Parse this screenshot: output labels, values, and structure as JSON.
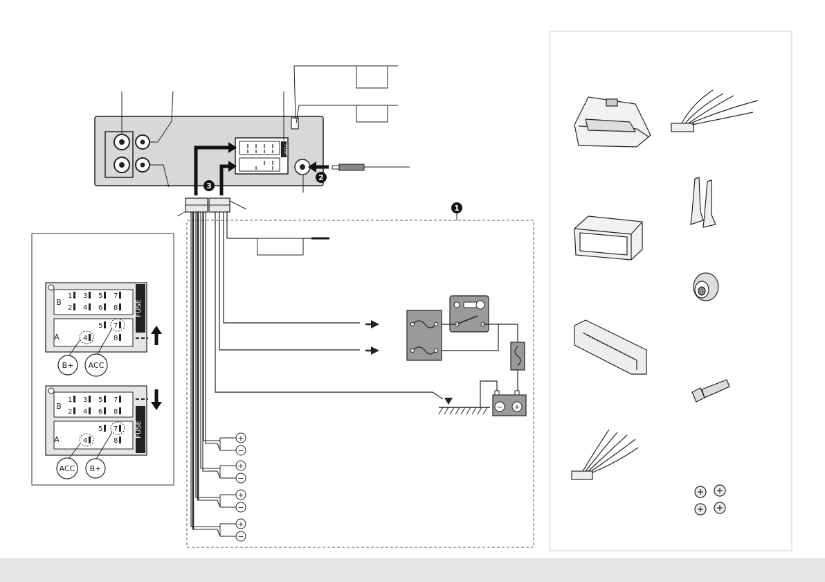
{
  "theme": {
    "line": "#222222",
    "unit_fill": "#d8d8d8",
    "relay_fill": "#9a9a9a",
    "dark_fill": "#333333",
    "bottom_bar": "#e7e7e8",
    "panel_border": "#cccccc"
  },
  "callouts": {
    "c1": "1",
    "c2": "2",
    "c3": "3"
  },
  "unit_connector": {
    "fuse": "FUSE"
  },
  "iso_connector_top": {
    "row_b": [
      "1",
      "3",
      "5",
      "7"
    ],
    "row_b2": [
      "2",
      "4",
      "6",
      "8"
    ],
    "row_a1": [
      "5",
      "7"
    ],
    "row_a2": [
      "4",
      "8"
    ],
    "label_b": "B",
    "label_a": "A",
    "fuse": "FUSE",
    "left_badge": "B+",
    "right_badge": "ACC"
  },
  "iso_connector_bottom": {
    "row_b": [
      "1",
      "3",
      "5",
      "7"
    ],
    "row_b2": [
      "2",
      "4",
      "6",
      "8"
    ],
    "row_a1": [
      "5",
      "7"
    ],
    "row_a2": [
      "4",
      "8"
    ],
    "label_b": "B",
    "label_a": "A",
    "fuse": "FUSE",
    "left_badge": "ACC",
    "right_badge": "B+"
  },
  "speaker_terminals": [
    "+",
    "−",
    "+",
    "−",
    "+",
    "−",
    "+",
    "−"
  ],
  "battery": {
    "minus": "−",
    "plus": "+"
  },
  "accessories": [
    "carrying-case",
    "wiring-harness",
    "mounting-sleeve",
    "removal-tools",
    "trim-plate",
    "rubber-cushion",
    "wiring-harness-2",
    "mounting-bolt",
    "screws"
  ]
}
